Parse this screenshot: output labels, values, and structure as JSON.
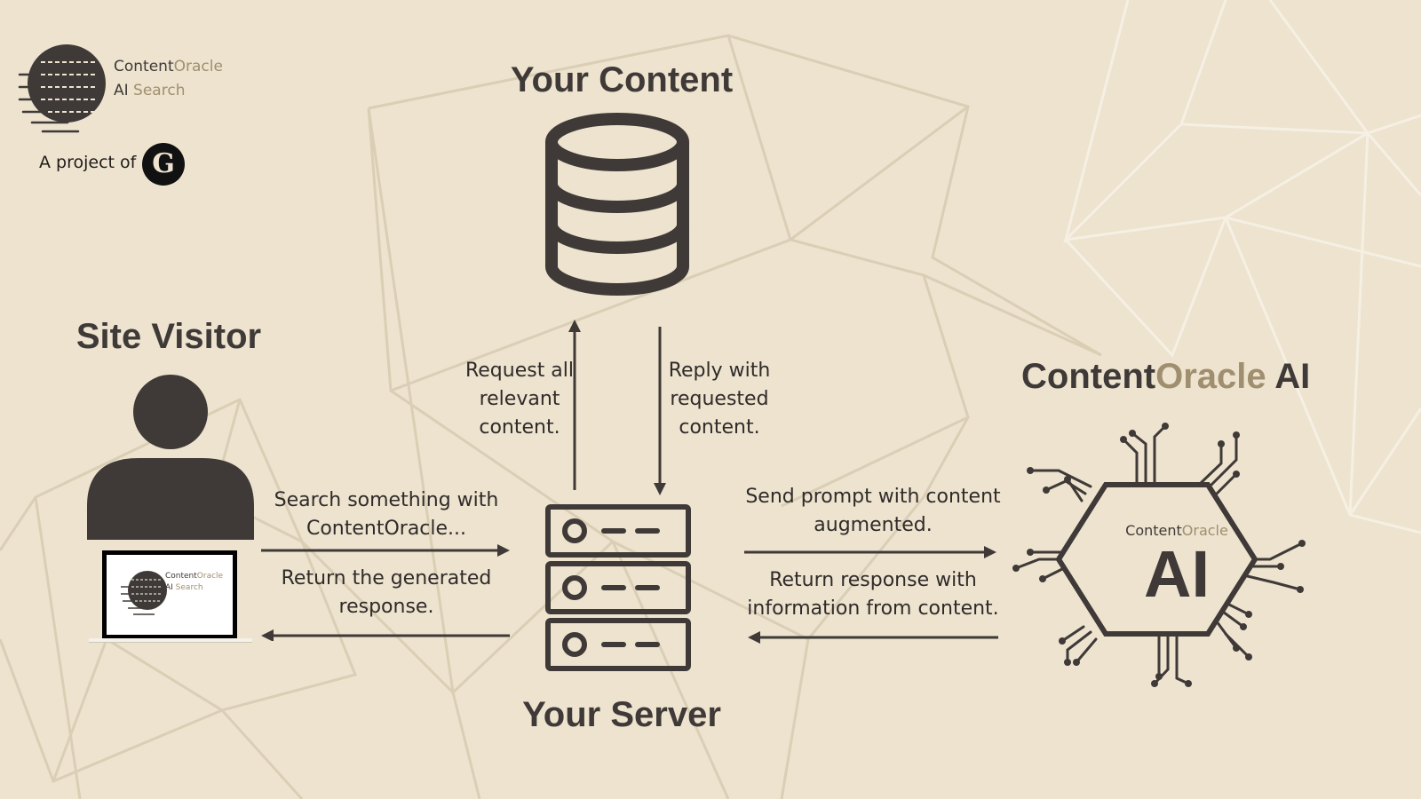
{
  "logo": {
    "line1_a": "Content",
    "line1_b": "Oracle",
    "line2_a": "AI",
    "line2_b": " Search",
    "project_of": "A project of",
    "monogram": "G"
  },
  "nodes": {
    "content": {
      "title": "Your Content"
    },
    "visitor": {
      "title": "Site Visitor"
    },
    "server": {
      "title": "Your Server"
    },
    "ai": {
      "title_a": "Content",
      "title_b": "Oracle",
      "title_c": " AI",
      "chip_a": "Content",
      "chip_b": "Oracle",
      "chip_ai": "AI"
    },
    "laptop_logo": {
      "line1_a": "Content",
      "line1_b": "Oracle",
      "line2_a": "AI",
      "line2_b": " Search"
    }
  },
  "arrows": {
    "request": [
      "Request all",
      "relevant",
      "content."
    ],
    "reply": [
      "Reply with",
      "requested",
      "content."
    ],
    "search": [
      "Search something with",
      "ContentOracle..."
    ],
    "return_generated": [
      "Return the generated",
      "response."
    ],
    "send_prompt": [
      "Send prompt with content",
      "augmented."
    ],
    "return_response": [
      "Return response with",
      "information from content."
    ]
  },
  "colors": {
    "background": "#ede3cf",
    "ink": "#3f3a37",
    "accent_gold": "#a08f6f"
  }
}
